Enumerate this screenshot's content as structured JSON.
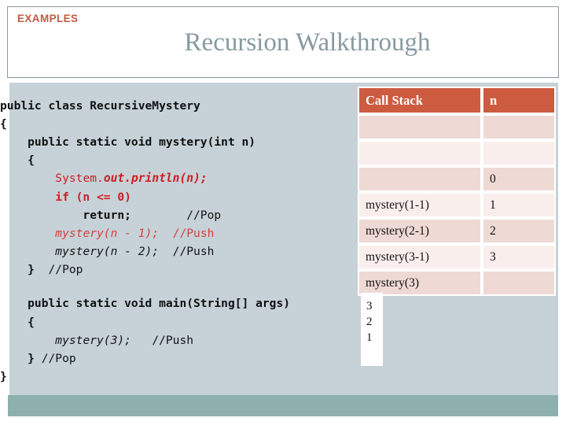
{
  "slide": {
    "eyebrow": "EXAMPLES",
    "title": "Recursion Walkthrough",
    "accent_red": "#c15a42",
    "title_color": "#869aa0",
    "panel_bg": "#c6d2d8",
    "footer_bg": "#8db0ae",
    "table_header_bg": "#cd5b40",
    "code_keyword_red": "#d01d22"
  },
  "code": {
    "language": "Java",
    "lines": [
      {
        "id": "l1",
        "text": "public class RecursiveMystery"
      },
      {
        "id": "l2",
        "text": "{"
      },
      {
        "id": "l3",
        "text": "    public static void mystery(int n)"
      },
      {
        "id": "l4",
        "text": "    {"
      },
      {
        "id": "l5",
        "text": "        System.out.println(n);"
      },
      {
        "id": "l6",
        "text": "        if (n <= 0)"
      },
      {
        "id": "l7",
        "text": "            return;        //Pop"
      },
      {
        "id": "l8",
        "text": "        mystery(n - 1);  //Push"
      },
      {
        "id": "l9",
        "text": "        mystery(n - 2);  //Push"
      },
      {
        "id": "l10",
        "text": "    }  //Pop"
      },
      {
        "id": "l11",
        "text": ""
      },
      {
        "id": "l12",
        "text": "    public static void main(String[] args)"
      },
      {
        "id": "l13",
        "text": "    {"
      },
      {
        "id": "l14",
        "text": "        mystery(3);   //Push"
      },
      {
        "id": "l15",
        "text": "    } //Pop"
      },
      {
        "id": "l16",
        "text": "}"
      }
    ],
    "tokens": {
      "l1_public_class": "public class ",
      "l1_name": "RecursiveMystery",
      "l2_brace": "{",
      "l3_sig": "    public static void mystery(int n)",
      "l4_brace": "    {",
      "l5_indent": "        ",
      "l5_system": "System.",
      "l5_call": "out.println(n);",
      "l6_if": "        if (n <= 0)",
      "l7_return": "            return;",
      "l7_gap": "        ",
      "l7_comment": "//Pop",
      "l8_indent": "        ",
      "l8_call": "mystery(n - 1);",
      "l8_gap": "  ",
      "l8_comment": "//Push",
      "l9_indent": "        ",
      "l9_call": "mystery(n - 2);",
      "l9_gap": "  ",
      "l9_comment": "//Push",
      "l10_close": "    }  ",
      "l10_comment": "//Pop",
      "l12_sig": "    public static void main(String[] args)",
      "l13_brace": "    {",
      "l14_indent": "        ",
      "l14_call": "mystery(3);",
      "l14_gap": "   ",
      "l14_comment": "//Push",
      "l15_close": "    } ",
      "l15_comment": "//Pop",
      "l16_brace": "}"
    }
  },
  "call_stack_table": {
    "columns": [
      "Call Stack",
      "n"
    ],
    "rows": [
      {
        "call": "",
        "n": ""
      },
      {
        "call": "",
        "n": ""
      },
      {
        "call": "",
        "n": "0"
      },
      {
        "call": "mystery(1-1)",
        "n": "1"
      },
      {
        "call": "mystery(2-1)",
        "n": "2"
      },
      {
        "call": "mystery(3-1)",
        "n": "3"
      },
      {
        "call": "mystery(3)",
        "n": ""
      }
    ]
  },
  "console_output": {
    "lines": [
      "3",
      "2",
      "1"
    ]
  }
}
